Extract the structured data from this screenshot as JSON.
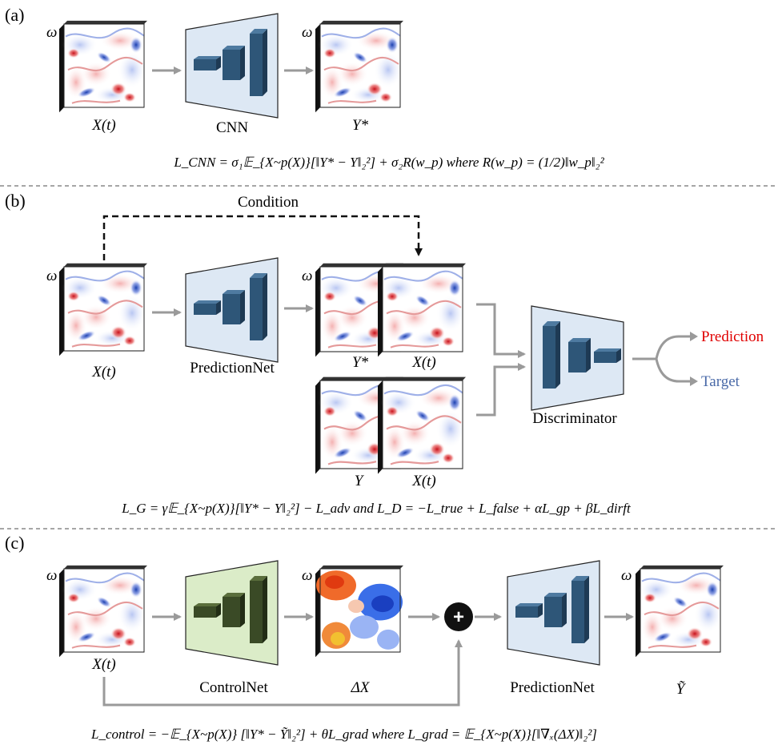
{
  "panels": {
    "a": {
      "label": "(a)",
      "omega": "ω",
      "input_label": "X(t)",
      "net_label": "CNN",
      "output_label": "Y*",
      "loss": "L_CNN = σ₁𝔼_{X~p(X)}[‖Y* − Y‖₂²] + σ₂R(w_p) where R(w_p) = (1/2)‖w_p‖₂²"
    },
    "b": {
      "label": "(b)",
      "omega": "ω",
      "condition_label": "Condition",
      "input_label": "X(t)",
      "net_label": "PredictionNet",
      "pair_top_left": "Y*",
      "pair_top_right": "X(t)",
      "pair_bottom_left": "Y",
      "pair_bottom_right": "X(t)",
      "disc_label": "Discriminator",
      "out_prediction": "Prediction",
      "out_target": "Target",
      "loss": "L_G = γ𝔼_{X~p(X)}[‖Y* − Y‖₂²] − L_adv and L_D = −L_true + L_false + αL_gp + βL_dirft"
    },
    "c": {
      "label": "(c)",
      "omega": "ω",
      "input_label": "X(t)",
      "control_label": "ControlNet",
      "delta_label": "ΔX",
      "net_label": "PredictionNet",
      "output_label": "Ỹ",
      "plus_symbol": "+",
      "loss": "L_control = −𝔼_{X~p(X)} [‖Y* − Ỹ‖₂²] + θL_grad where L_grad = 𝔼_{X~p(X)}[‖∇ₓ(ΔX)‖₂²]"
    }
  },
  "colors": {
    "net_face": "#dde8f4",
    "control_face": "#dbecc8",
    "block_blue": "#2e5678",
    "block_green": "#3a4a26",
    "arrow_gray": "#9a9a9a",
    "prediction_red": "#e00000",
    "target_blue": "#4a6aa8",
    "divider": "#888888"
  }
}
